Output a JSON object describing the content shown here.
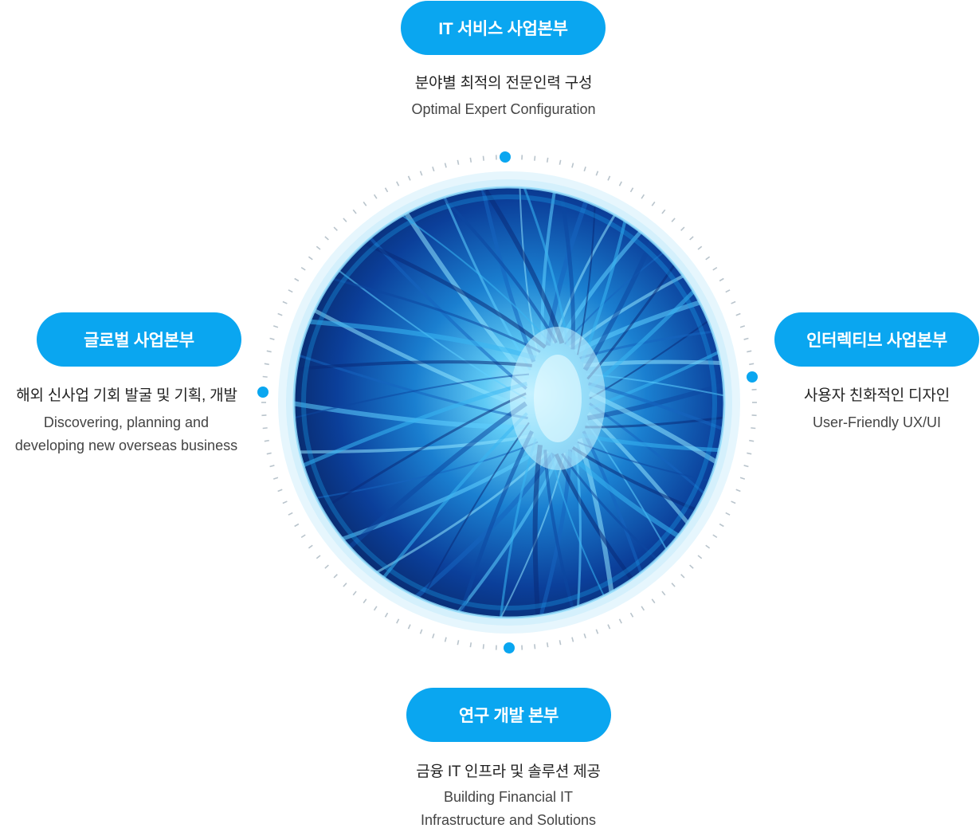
{
  "top": {
    "title": "IT 서비스 사업본부",
    "subtitle_ko": "분야별 최적의 전문인력 구성",
    "subtitle_en": "Optimal Expert Configuration"
  },
  "left": {
    "title": "글로벌 사업본부",
    "subtitle_ko": "해외 신사업 기회 발굴 및 기획, 개발",
    "subtitle_en_line1": "Discovering, planning and",
    "subtitle_en_line2": "developing new overseas business"
  },
  "right": {
    "title": "인터렉티브 사업본부",
    "subtitle_ko": "사용자 친화적인 디자인",
    "subtitle_en": "User-Friendly UX/UI"
  },
  "bottom": {
    "title": "연구 개발 본부",
    "subtitle_ko": "금융 IT 인프라 및 솔루션 제공",
    "subtitle_en_line1": "Building Financial IT",
    "subtitle_en_line2": "Infrastructure and Solutions"
  },
  "colors": {
    "accent": "#0aa6f0",
    "ring_glow": "#e3f5fd",
    "tunnel_dark": "#0a2a78",
    "tunnel_light": "#6fd6ff"
  }
}
